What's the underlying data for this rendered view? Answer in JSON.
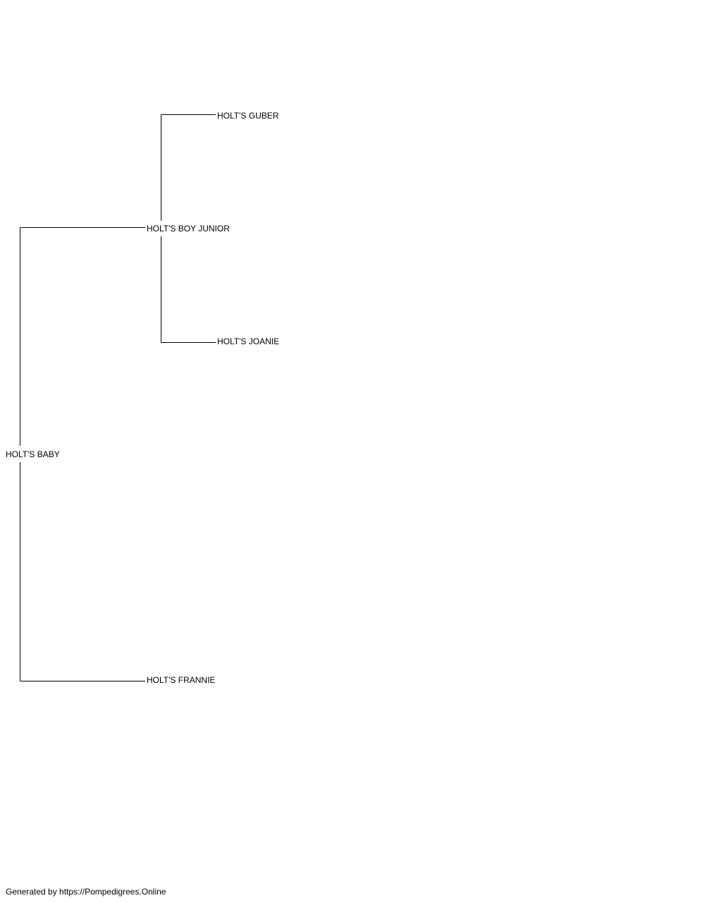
{
  "pedigree": {
    "subject": "HOLT'S BABY",
    "sire": "HOLT'S BOY JUNIOR",
    "dam": "HOLT'S FRANNIE",
    "sire_sire": "HOLT'S GUBER",
    "sire_dam": "HOLT'S JOANIE"
  },
  "footer": {
    "credit": "Generated by https://Pompedigrees.Online"
  }
}
